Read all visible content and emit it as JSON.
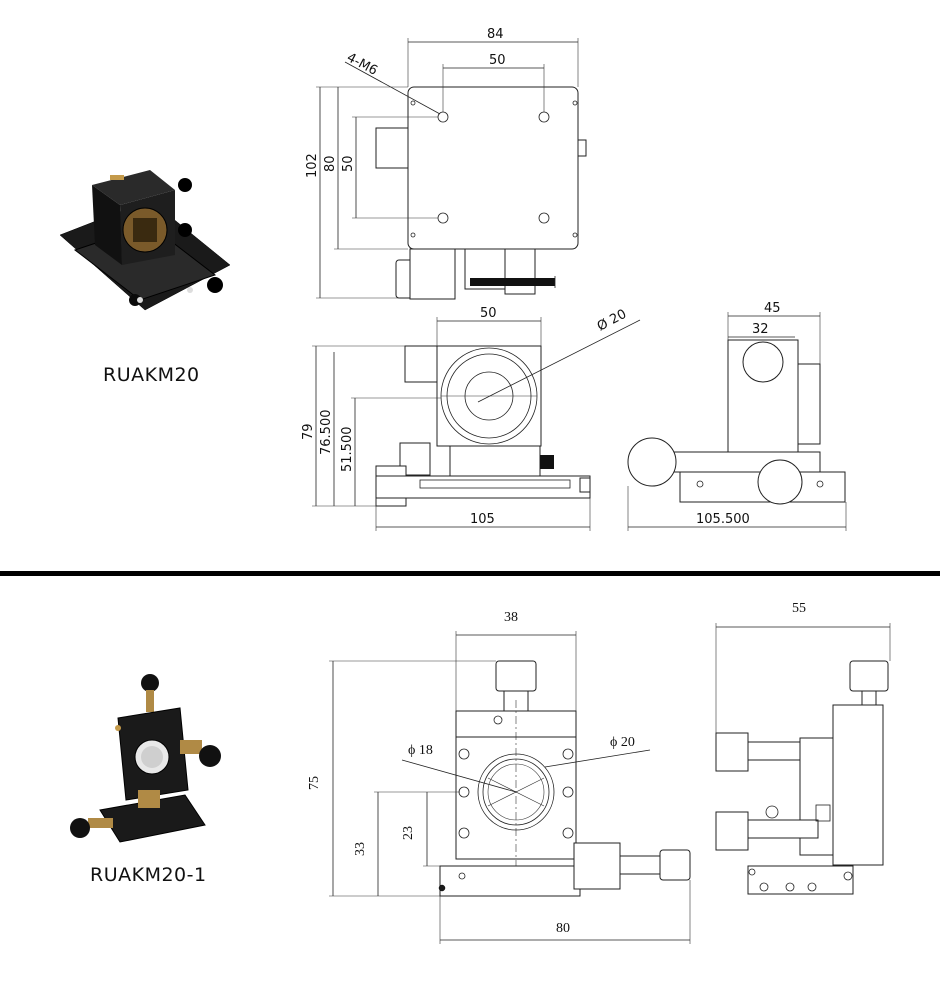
{
  "top_section": {
    "product_label": "RUAKM20",
    "dims": {
      "top_width_84": "84",
      "top_width_50": "50",
      "hole_callout": "4-M6",
      "height_102": "102",
      "height_80": "80",
      "height_50": "50",
      "front_width_50": "50",
      "aperture": "Ø 20",
      "height_79": "79",
      "height_76500": "76.500",
      "height_51500": "51.500",
      "base_105": "105",
      "side_45": "45",
      "side_32": "32",
      "side_base_105500": "105.500"
    }
  },
  "bottom_section": {
    "product_label": "RUAKM20-1",
    "dims": {
      "width_38": "38",
      "inner_18": "ϕ 18",
      "outer_20": "ϕ 20",
      "height_75": "75",
      "height_33": "33",
      "height_23": "23",
      "base_80": "80",
      "side_55": "55"
    }
  }
}
